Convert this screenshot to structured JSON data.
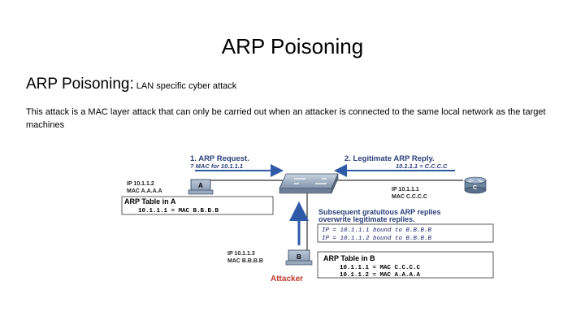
{
  "title": "ARP Poisoning",
  "subtitle": {
    "main": "ARP Poisoning:",
    "desc": " LAN specific cyber attack"
  },
  "body": "This attack is a MAC layer attack that can only be carried out when an attacker is connected to the same local network as the target machines",
  "diagram": {
    "step1_title": "1. ARP Request.",
    "step1_sub": "? MAC for 10.1.1.1",
    "step2_title": "2. Legitimate ARP Reply.",
    "step2_sub": "10.1.1.1 = C.C.C.C",
    "hostA": {
      "letter": "A",
      "ip": "IP 10.1.1.2",
      "mac": "MAC A.A.A.A",
      "table_title": "ARP Table in A",
      "table_rows": [
        "10.1.1.1 = MAC B.B.B.B"
      ]
    },
    "router": {
      "letter": "C",
      "ip": "IP 10.1.1.1",
      "mac": "MAC C.C.C.C"
    },
    "hostB": {
      "letter": "B",
      "ip": "IP 10.1.1.3",
      "mac": "MAC B.B.B.B",
      "caption": "Attacker",
      "table_title": "ARP Table in B",
      "table_rows": [
        "10.1.1.1 = MAC C.C.C.C",
        "10.1.1.2 = MAC A.A.A.A"
      ]
    },
    "gratuitous_title_line1": "Subsequent gratuitous ARP replies",
    "gratuitous_title_line2": "overwrite legitimate replies.",
    "gratuitous_rows": [
      "IP = 10.1.1.1 bound to B.B.B.B",
      "IP = 10.1.1.2 bound to B.B.B.B"
    ]
  }
}
